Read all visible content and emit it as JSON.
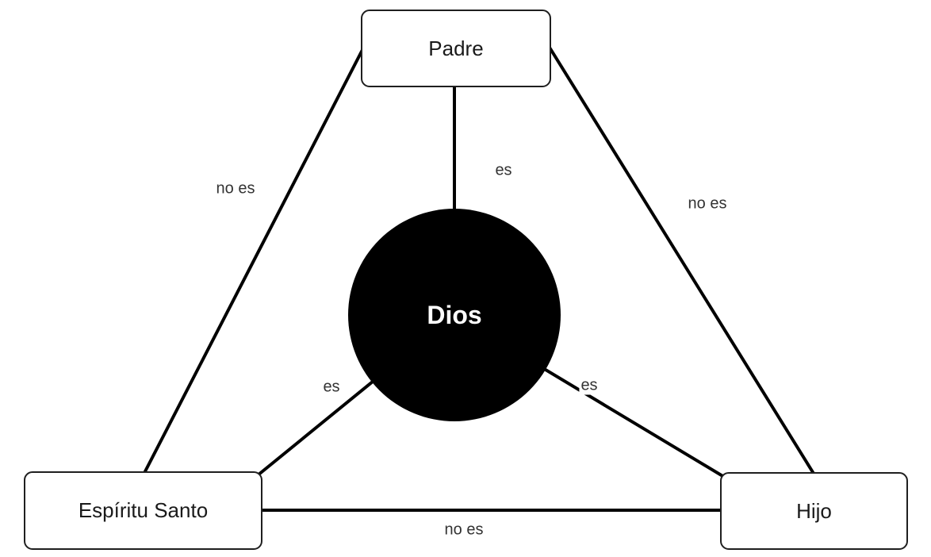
{
  "diagram": {
    "type": "trinity-shield",
    "nodes": {
      "padre": {
        "label": "Padre"
      },
      "espiritu": {
        "label": "Espíritu Santo"
      },
      "hijo": {
        "label": "Hijo"
      },
      "dios": {
        "label": "Dios"
      }
    },
    "edges": {
      "padre_dios": {
        "label": "es"
      },
      "espiritu_dios": {
        "label": "es"
      },
      "hijo_dios": {
        "label": "es"
      },
      "padre_espiritu": {
        "label": "no es"
      },
      "padre_hijo": {
        "label": "no es"
      },
      "espiritu_hijo": {
        "label": "no es"
      }
    },
    "colors": {
      "background": "#ffffff",
      "line": "#000000",
      "node_fill": "#ffffff",
      "node_border": "#1f1f1f",
      "node_text": "#1a1a1a",
      "center_fill": "#000000",
      "center_text": "#ffffff",
      "edge_label_text": "#333333"
    }
  }
}
